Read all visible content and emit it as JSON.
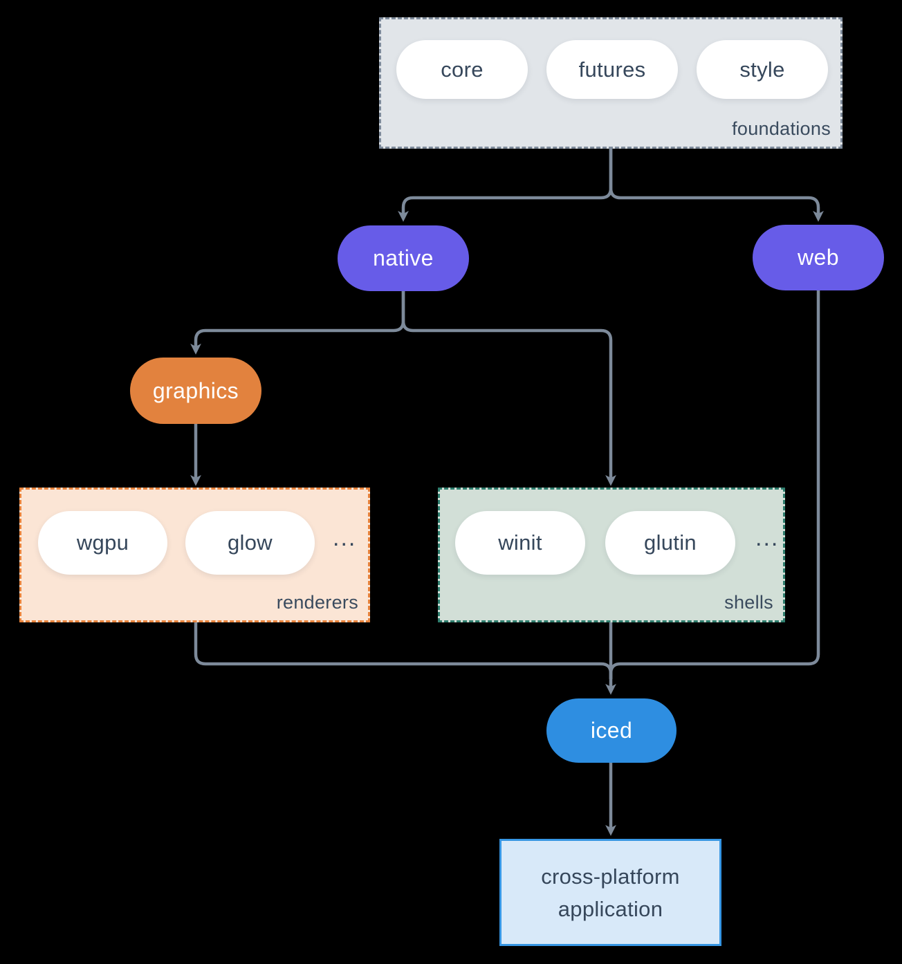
{
  "colors": {
    "background": "#000000",
    "connector": "#7d8a9a",
    "node_purple": "#675ce8",
    "node_orange": "#e2823e",
    "node_blue": "#2e8ee1",
    "foundations_fill": "#e1e5e9",
    "foundations_border": "#7d8a9a",
    "renderers_fill": "#fbe5d5",
    "renderers_border": "#e8833c",
    "shells_fill": "#d2dfd7",
    "shells_border": "#2e7d6d",
    "app_fill": "#d8e9f9",
    "app_border": "#3796e3",
    "pill_fill": "#ffffff",
    "text_dark": "#36475b"
  },
  "foundations": {
    "label": "foundations",
    "pills": [
      "core",
      "futures",
      "style"
    ]
  },
  "nodes": {
    "native": "native",
    "web": "web",
    "graphics": "graphics",
    "iced": "iced"
  },
  "renderers": {
    "label": "renderers",
    "pills": [
      "wgpu",
      "glow"
    ],
    "ellipsis": "..."
  },
  "shells": {
    "label": "shells",
    "pills": [
      "winit",
      "glutin"
    ],
    "ellipsis": "..."
  },
  "application": {
    "label": "cross-platform application"
  }
}
